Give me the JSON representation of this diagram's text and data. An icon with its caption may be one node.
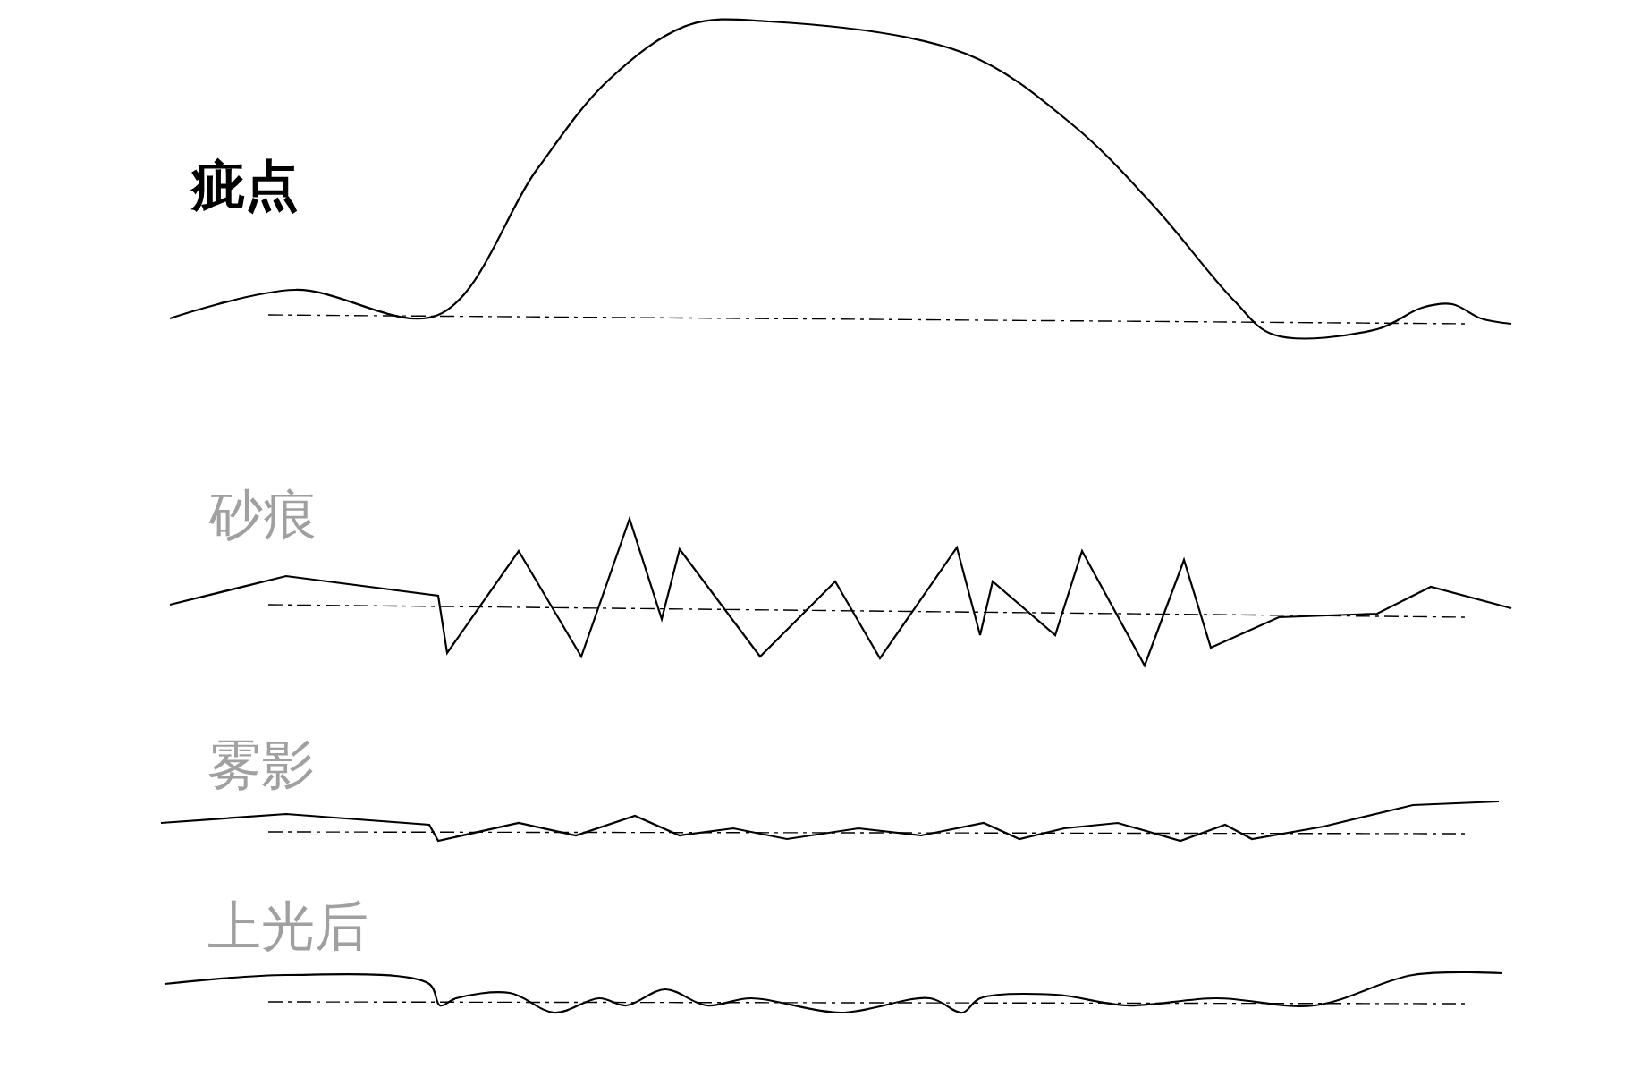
{
  "diagram": {
    "labels": [
      "疵点",
      "砂痕",
      "雾影",
      "上光后"
    ]
  }
}
